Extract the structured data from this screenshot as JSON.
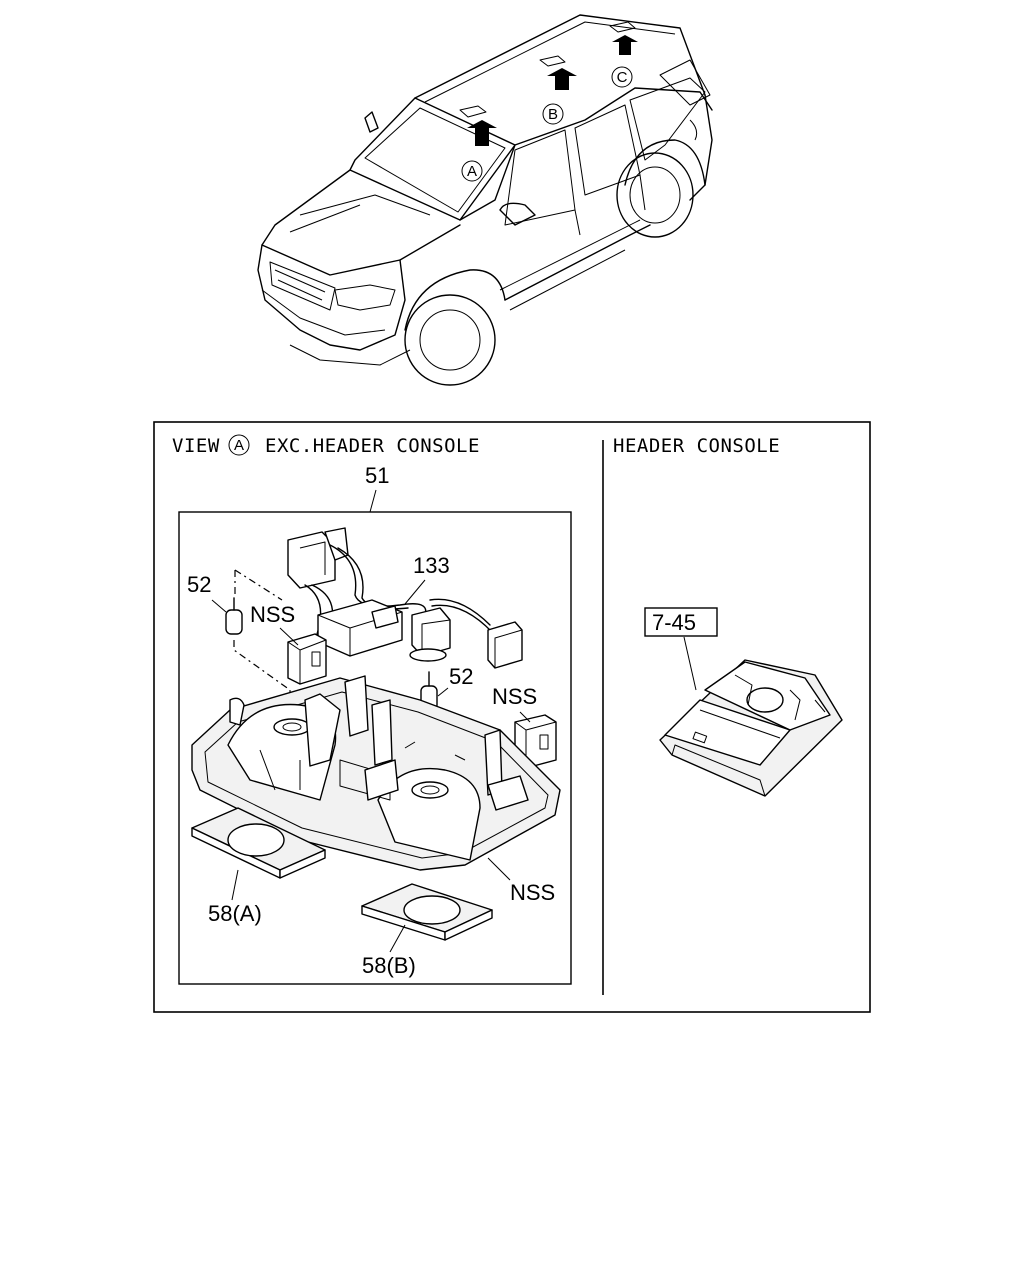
{
  "callouts": {
    "a": "A",
    "b": "B",
    "c": "C"
  },
  "view_a": {
    "prefix": "VIEW",
    "circle": "A",
    "title": "EXC.HEADER CONSOLE"
  },
  "header_console": {
    "title": "HEADER CONSOLE",
    "ref": "7-45"
  },
  "parts": {
    "p51": "51",
    "p52a": "52",
    "p52b": "52",
    "p133": "133",
    "nss1": "NSS",
    "nss2": "NSS",
    "nss3": "NSS",
    "p58a": "58(A)",
    "p58b": "58(B)"
  }
}
